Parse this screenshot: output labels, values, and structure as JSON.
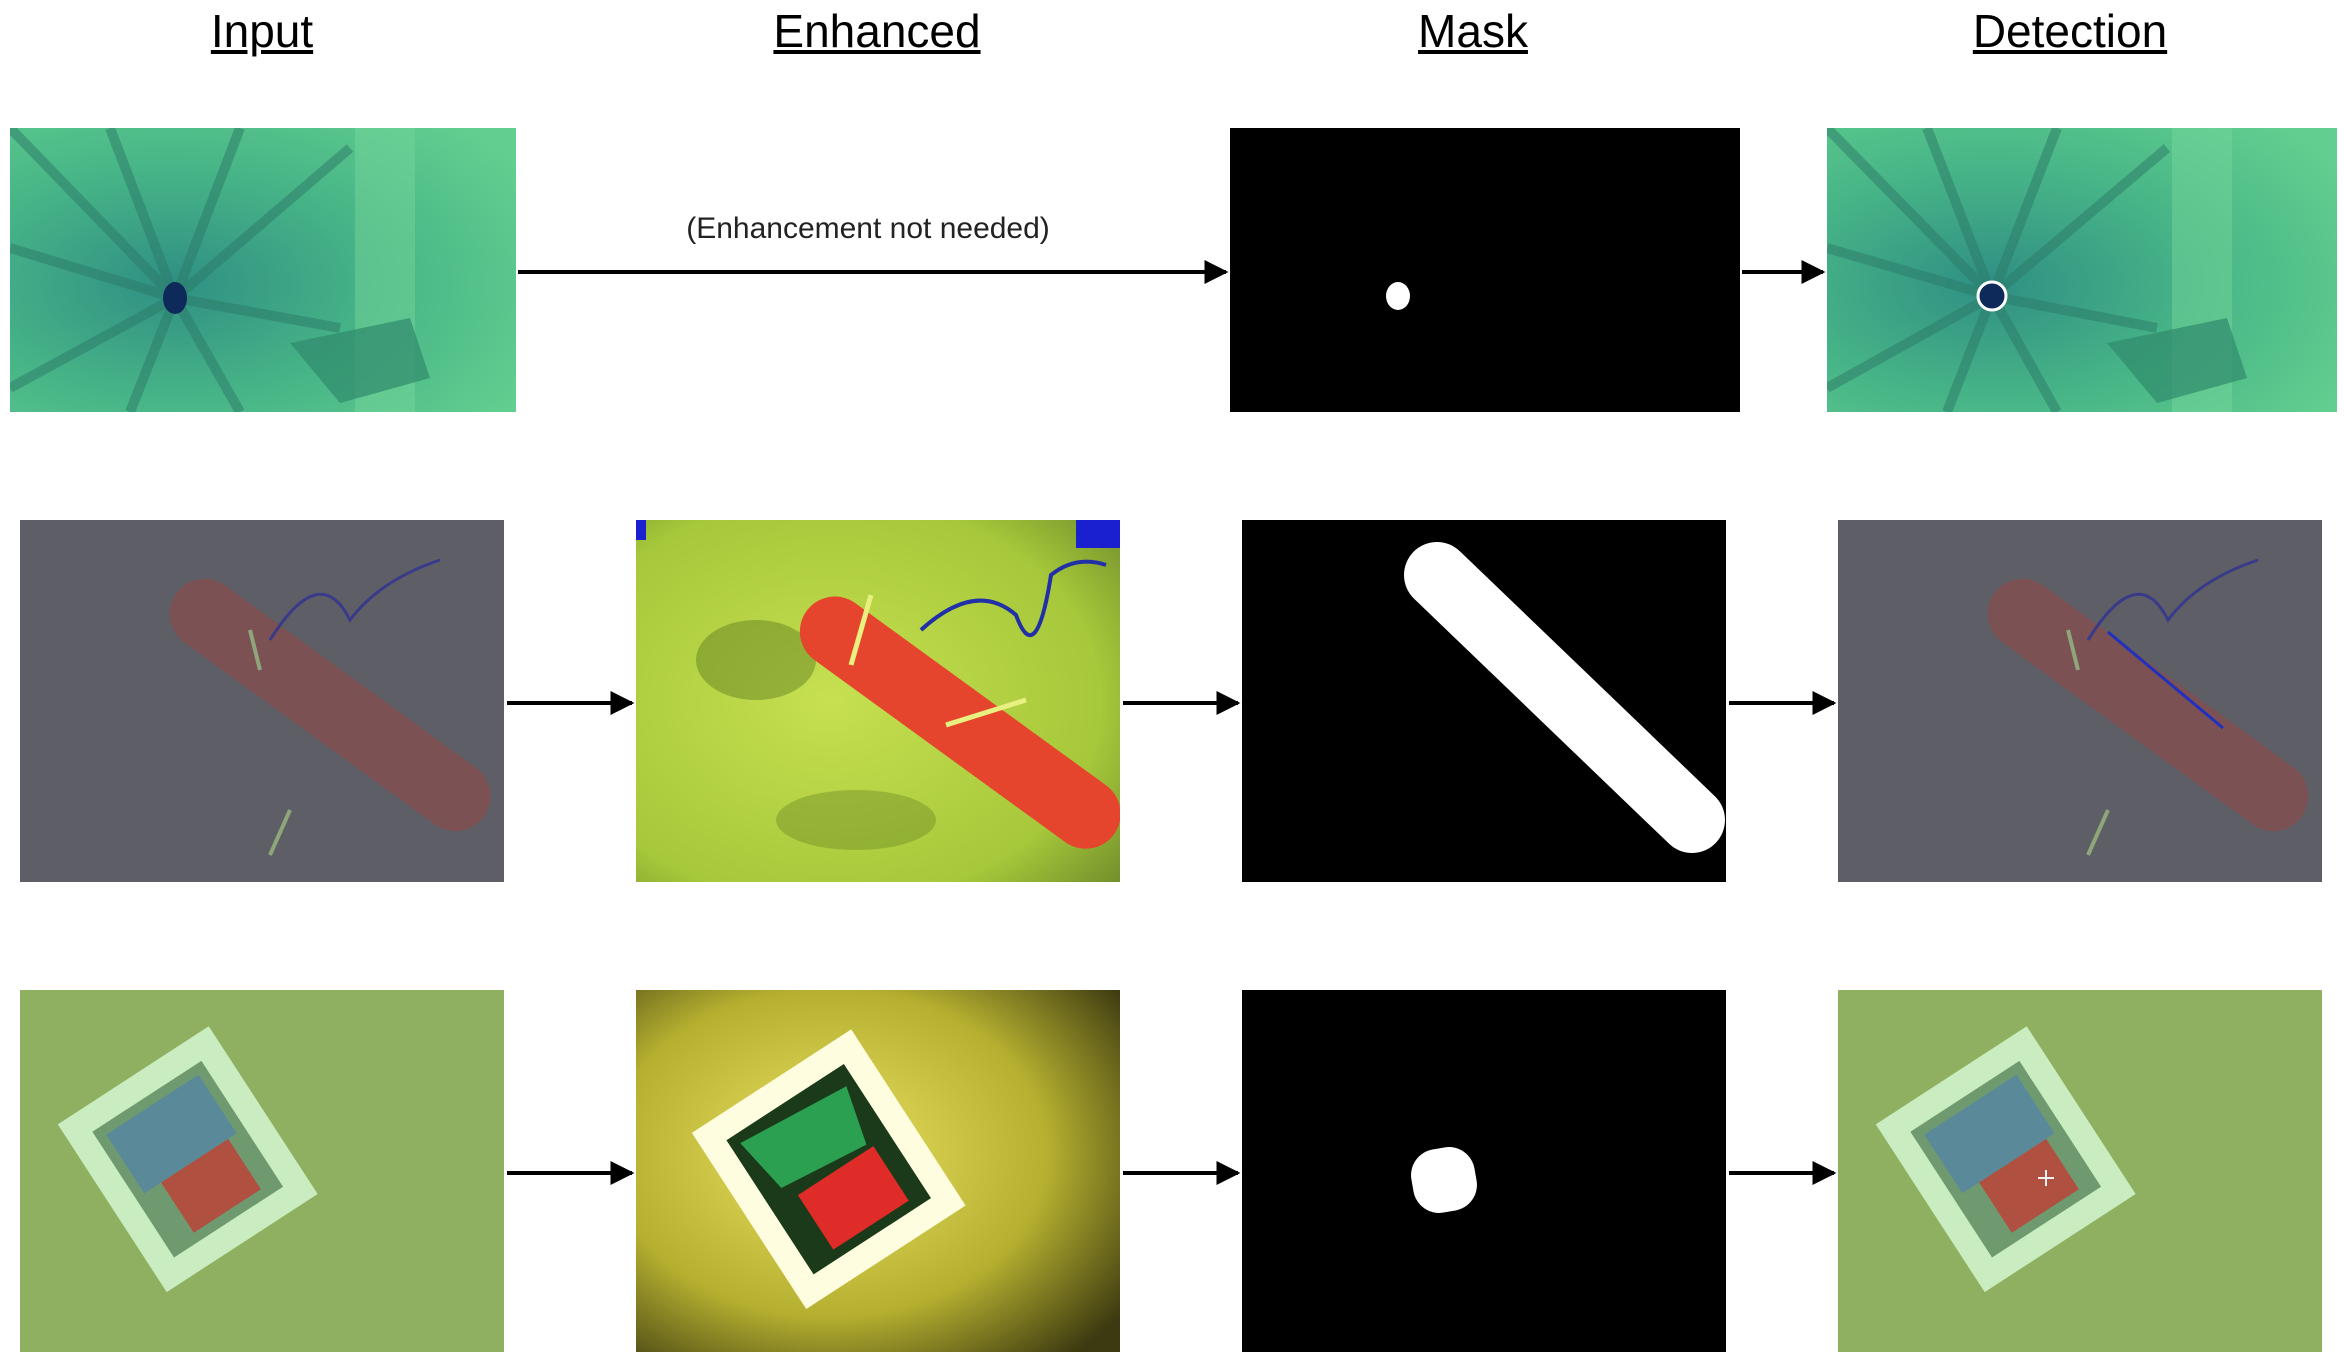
{
  "columns": {
    "input": "Input",
    "enhanced": "Enhanced",
    "mask": "Mask",
    "detection": "Detection"
  },
  "row1": {
    "note": "(Enhancement not needed)"
  },
  "colors": {
    "arrow": "#000000",
    "mask_bg": "#000000",
    "mask_fg": "#ffffff",
    "water_green": "#4fbf86",
    "haze_gray": "#5e5f66",
    "pool_green": "#8fb060",
    "enhanced_yellow": "#b8d040",
    "object_red": "#e0402a",
    "marker_blue": "#2030c0"
  }
}
